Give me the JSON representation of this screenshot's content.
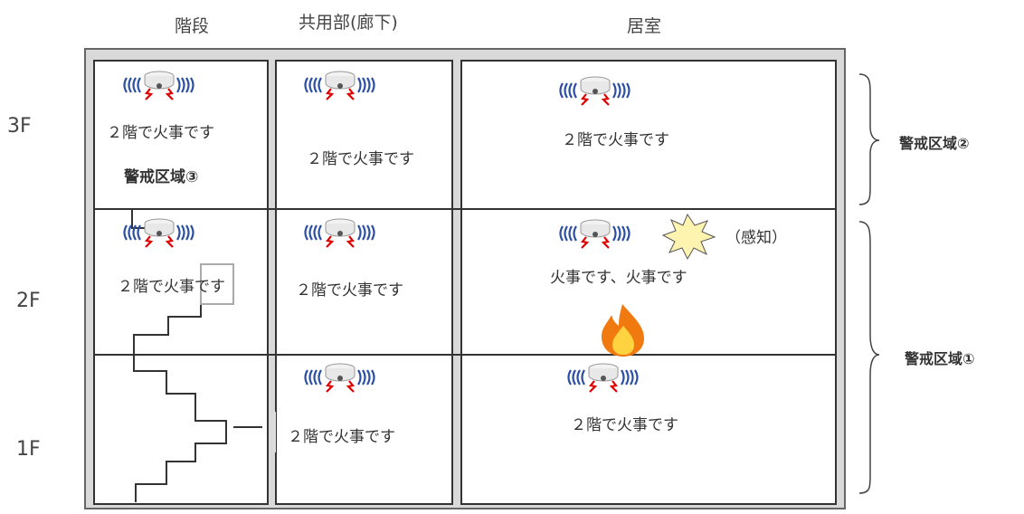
{
  "headers": {
    "stairs": "階段",
    "corridor": "共用部(廊下)",
    "room": "居室"
  },
  "floors": {
    "f3": "3F",
    "f2": "2F",
    "f1": "1F"
  },
  "messages": {
    "announce": "２階で火事です",
    "origin": "火事です、火事です",
    "detect": "（感知）"
  },
  "zones": {
    "z3": "警戒区域③",
    "z2": "警戒区域②",
    "z1": "警戒区域①"
  },
  "icons": {
    "detector": "smoke-detector-icon",
    "sound": "sound-wave-icon",
    "burst": "explosion-burst-icon",
    "flame": "fire-icon"
  },
  "colors": {
    "wave": "#2b4fa3",
    "alarm": "#e00000",
    "flame": "#f07a10",
    "burst": "#fff3b0"
  }
}
